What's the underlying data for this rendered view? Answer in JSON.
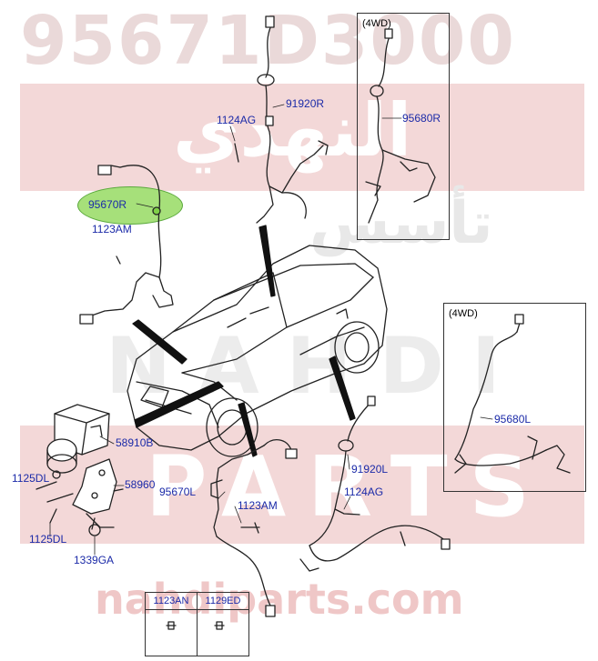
{
  "watermark": {
    "part_number": "95671D3000",
    "arabic_top": "النهدي",
    "arabic_mid": "تأسس",
    "brand": "NAHDI",
    "parts": "PARTS",
    "site": "nahdiparts.com"
  },
  "insets": {
    "top_right_title": "(4WD)",
    "right_title": "(4WD)"
  },
  "labels": {
    "p95670R": "95670R",
    "p1123AM_a": "1123AM",
    "p1124AG_a": "1124AG",
    "p91920R": "91920R",
    "p95680R": "95680R",
    "p95680L": "95680L",
    "p58910B": "58910B",
    "p1125DL_a": "1125DL",
    "p58960": "58960",
    "p1125DL_b": "1125DL",
    "p1339GA": "1339GA",
    "p95670L": "95670L",
    "p1123AM_b": "1123AM",
    "p91920L": "91920L",
    "p1124AG_b": "1124AG"
  },
  "bolt_table": {
    "col1": "1123AN",
    "col2": "1129ED"
  },
  "colors": {
    "label_blue": "#1b2aa8",
    "highlight_green": "#a6e07a",
    "watermark_red": "#f3d8d8"
  }
}
